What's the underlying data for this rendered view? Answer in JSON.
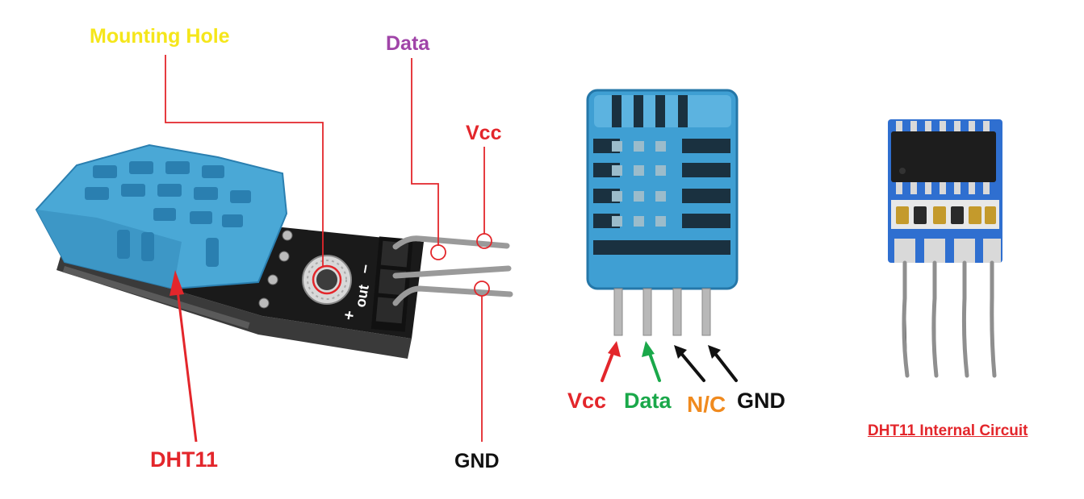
{
  "labels": {
    "mounting_hole": "Mounting Hole",
    "data_top": "Data",
    "vcc_top": "Vcc",
    "dht11": "DHT11",
    "gnd_module": "GND",
    "pin_vcc": "Vcc",
    "pin_data": "Data",
    "pin_nc": "N/C",
    "pin_gnd": "GND",
    "internal_circuit": "DHT11 Internal Circuit"
  },
  "board_silkscreen": {
    "plus": "+",
    "out": "out",
    "minus": "–"
  },
  "colors": {
    "sensor_blue": "#4aa8d6",
    "sensor_blue_dark": "#2a7fb0",
    "pcb_black": "#1a1a1a",
    "callout_red": "#e3262b",
    "label_yellow": "#f5e61a",
    "label_purple": "#a044a8",
    "label_green": "#1aa84a",
    "label_orange": "#f08a1e",
    "label_black": "#111111",
    "circuit_blue": "#2f6fd0"
  }
}
